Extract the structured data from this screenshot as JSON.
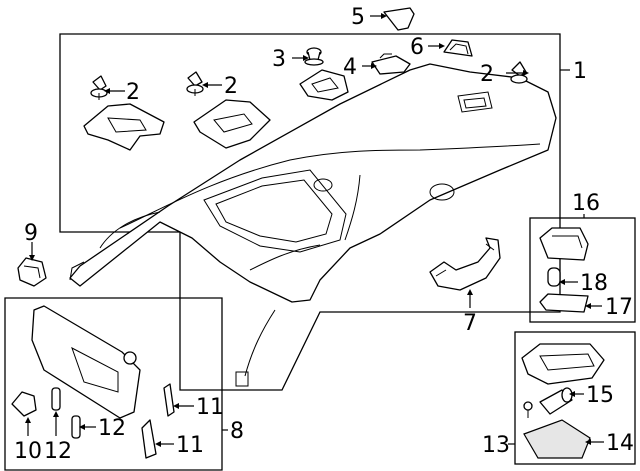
{
  "diagram": {
    "callouts": [
      {
        "id": "c1",
        "text": "1"
      },
      {
        "id": "c2a",
        "text": "2"
      },
      {
        "id": "c2b",
        "text": "2"
      },
      {
        "id": "c2c",
        "text": "2"
      },
      {
        "id": "c3",
        "text": "3"
      },
      {
        "id": "c4",
        "text": "4"
      },
      {
        "id": "c5",
        "text": "5"
      },
      {
        "id": "c6",
        "text": "6"
      },
      {
        "id": "c7",
        "text": "7"
      },
      {
        "id": "c8",
        "text": "8"
      },
      {
        "id": "c9",
        "text": "9"
      },
      {
        "id": "c10",
        "text": "10"
      },
      {
        "id": "c11a",
        "text": "11"
      },
      {
        "id": "c11b",
        "text": "11"
      },
      {
        "id": "c12a",
        "text": "12"
      },
      {
        "id": "c12b",
        "text": "12"
      },
      {
        "id": "c13",
        "text": "13"
      },
      {
        "id": "c14",
        "text": "14"
      },
      {
        "id": "c15",
        "text": "15"
      },
      {
        "id": "c16",
        "text": "16"
      },
      {
        "id": "c17",
        "text": "17"
      },
      {
        "id": "c18",
        "text": "18"
      }
    ]
  }
}
